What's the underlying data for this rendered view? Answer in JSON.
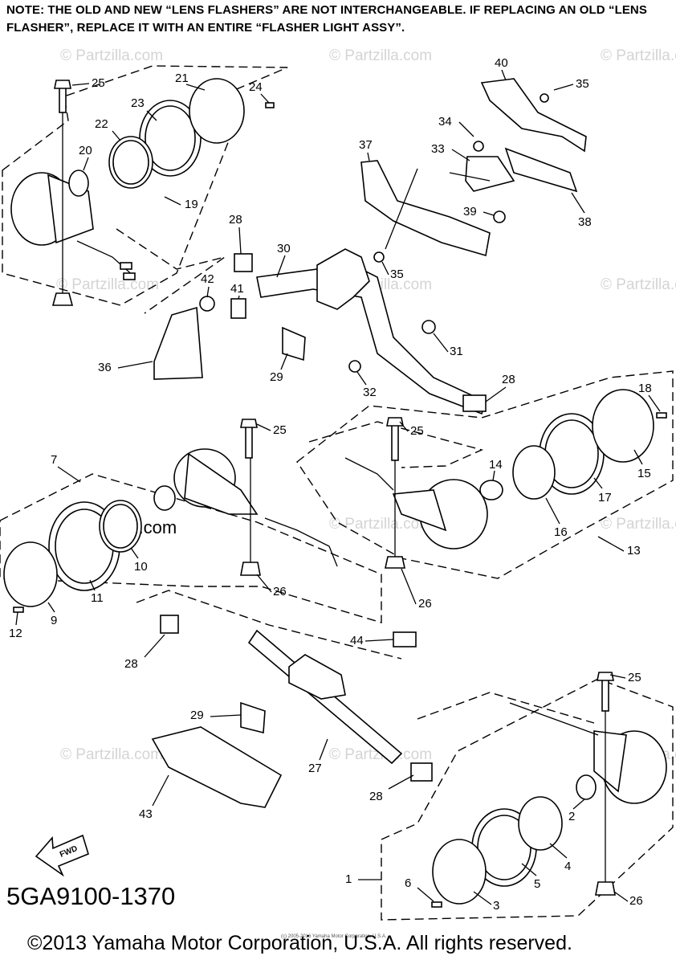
{
  "note": "NOTE: THE OLD AND NEW “LENS FLASHERS” ARE NOT INTERCHANGEABLE. IF REPLACING AN OLD “LENS FLASHER”, REPLACE IT WITH AN ENTIRE “FLASHER LIGHT ASSY”.",
  "watermark": "© Partzilla.com",
  "callouts": [
    "25",
    "21",
    "24",
    "23",
    "22",
    "20",
    "19",
    "40",
    "35",
    "34",
    "37",
    "33",
    "38",
    "39",
    "28",
    "30",
    "35",
    "42",
    "41",
    "36",
    "29",
    "31",
    "32",
    "28",
    "18",
    "15",
    "17",
    "14",
    "16",
    "13",
    "25",
    "25",
    "7",
    "10",
    "11",
    "9",
    "12",
    "26",
    "26",
    "44",
    "28",
    "29",
    "27",
    "43",
    "28",
    "25",
    "2",
    "4",
    "5",
    "1",
    "6",
    "3",
    "26"
  ],
  "fwd_label": "FWD",
  "diagram_code": "5GA9100-1370",
  "copyright": "©2013 Yamaha Motor Corporation, U.S.A. All rights reserved.",
  "tiny_credit": "(c) 2005-2016 Yamaha Motor Corporation, U.S.A."
}
